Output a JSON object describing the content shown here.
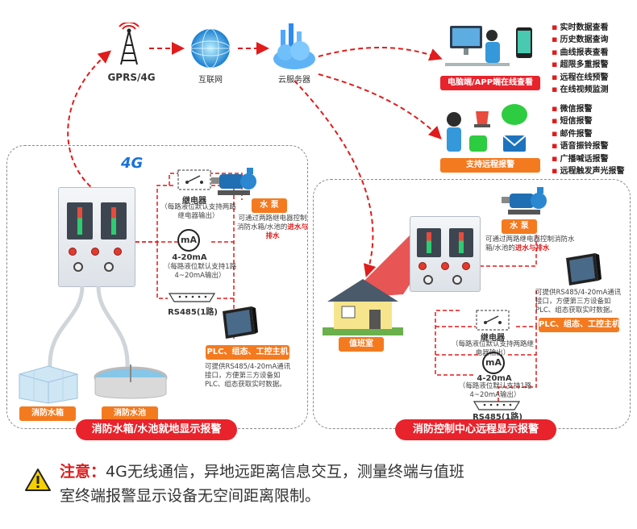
{
  "top": {
    "gprs_label": "GPRS/4G",
    "internet_label": "互联网",
    "cloud_label": "云服务器",
    "view_label": "电脑端/APP端在线查看",
    "view_features": [
      "实时数据查看",
      "历史数据查询",
      "曲线报表查看",
      "超限多重报警",
      "远程在线预警",
      "在线视频监测"
    ],
    "alarm_label": "支持远程报警",
    "alarm_features": [
      "微信报警",
      "短信报警",
      "邮件报警",
      "语音振铃报警",
      "广播喊话报警",
      "远程触发声光报警"
    ]
  },
  "left": {
    "badge_4g": "4G",
    "relay_title": "继电器",
    "relay_sub": "（每路液位默认支持两路继电器输出）",
    "pump_label": "水 泵",
    "pump_note_a": "可通过两路继电器控制消防水箱/水池的",
    "pump_note_b": "进水与排水",
    "ma_icon": "mA",
    "ma_title": "4-20mA",
    "ma_sub": "（每路液位默认支持1路4~20mA输出）",
    "rs485_label": "RS485(1路)",
    "plc_label": "PLC、组态、工控主机",
    "plc_note": "可提供RS485/4-20mA通讯接口，方便第三方设备如PLC、组态获取实时数据。",
    "tank_label": "消防水箱",
    "pool_label": "消防水池",
    "banner": "消防水箱/水池就地显示报警"
  },
  "right": {
    "pump_label": "水 泵",
    "pump_note_a": "可通过两路继电器控制消防水箱/水池的",
    "pump_note_b": "进水与排水",
    "plc_note": "可提供RS485/4-20mA通讯接口，方便第三方设备如PLC、组态获取实时数据。",
    "plc_label": "PLC、组态、工控主机",
    "duty_label": "值班室",
    "relay_title": "继电器",
    "relay_sub": "（每路液位默认支持两路继电器输出）",
    "ma_icon": "mA",
    "ma_title": "4-20mA",
    "ma_sub": "（每路液位默认支持1路4~20mA输出）",
    "rs485_label": "RS485(1路)",
    "banner": "消防控制中心远程显示报警"
  },
  "footer": {
    "note_label": "注意：",
    "note_line1": "4G无线通信，异地远距离信息交互，测量终端与值班",
    "note_line2": "室终端报警显示设备无空间距离限制。"
  },
  "colors": {
    "accent_red": "#e01c1c",
    "orange": "#f47a20",
    "banner_red": "#e8232c"
  }
}
